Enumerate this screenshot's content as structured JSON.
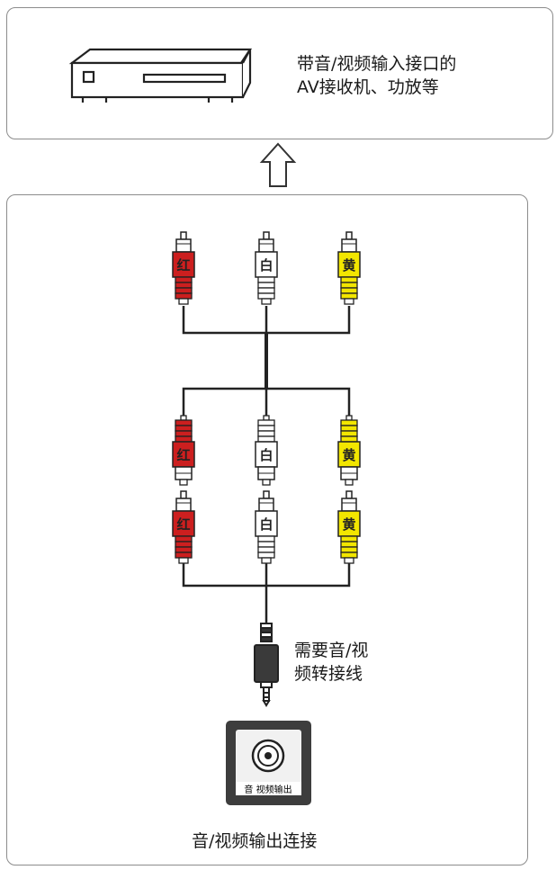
{
  "device": {
    "label_line1": "带音/视频输入接口的",
    "label_line2": "AV接收机、功放等",
    "icon": "av-receiver-icon"
  },
  "cable": {
    "plugs": [
      {
        "text": "红",
        "color": "#cc1f1f"
      },
      {
        "text": "白",
        "color": "#ffffff"
      },
      {
        "text": "黄",
        "color": "#f2e600"
      }
    ],
    "adapter_label_line1": "需要音/视",
    "adapter_label_line2": "频转接线"
  },
  "port": {
    "label": "音 视频输出",
    "caption": "音/视频输出连接",
    "icon": "av-out-port-icon"
  },
  "colors": {
    "red": "#cc1f1f",
    "white": "#ffffff",
    "yellow": "#f2e600",
    "outline": "#222222",
    "frame": "#8c8c8c"
  }
}
